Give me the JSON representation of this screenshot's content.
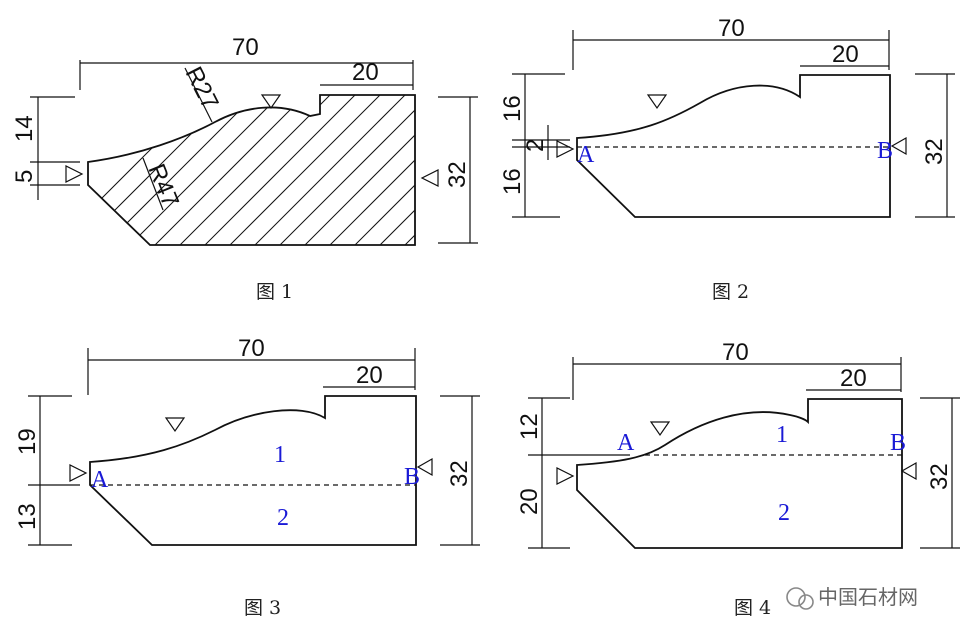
{
  "figures": {
    "fig1": {
      "caption": "图 1",
      "dims": {
        "width": "70",
        "step": "20",
        "top": "14",
        "mid": "5",
        "height": "32",
        "r1": "R27",
        "r2": "R47"
      }
    },
    "fig2": {
      "caption": "图 2",
      "dims": {
        "width": "70",
        "step": "20",
        "top": "16",
        "mid": "2",
        "bottom": "16",
        "height": "32"
      },
      "points": {
        "a": "A",
        "b": "B"
      }
    },
    "fig3": {
      "caption": "图 3",
      "dims": {
        "width": "70",
        "step": "20",
        "top": "19",
        "bottom": "13",
        "height": "32"
      },
      "points": {
        "a": "A",
        "b": "B"
      },
      "regions": {
        "r1": "1",
        "r2": "2"
      }
    },
    "fig4": {
      "caption": "图 4",
      "dims": {
        "width": "70",
        "step": "20",
        "top": "12",
        "bottom": "20",
        "height": "32"
      },
      "points": {
        "a": "A",
        "b": "B"
      },
      "regions": {
        "r1": "1",
        "r2": "2"
      }
    }
  },
  "watermark": {
    "text": "中国石材网"
  }
}
